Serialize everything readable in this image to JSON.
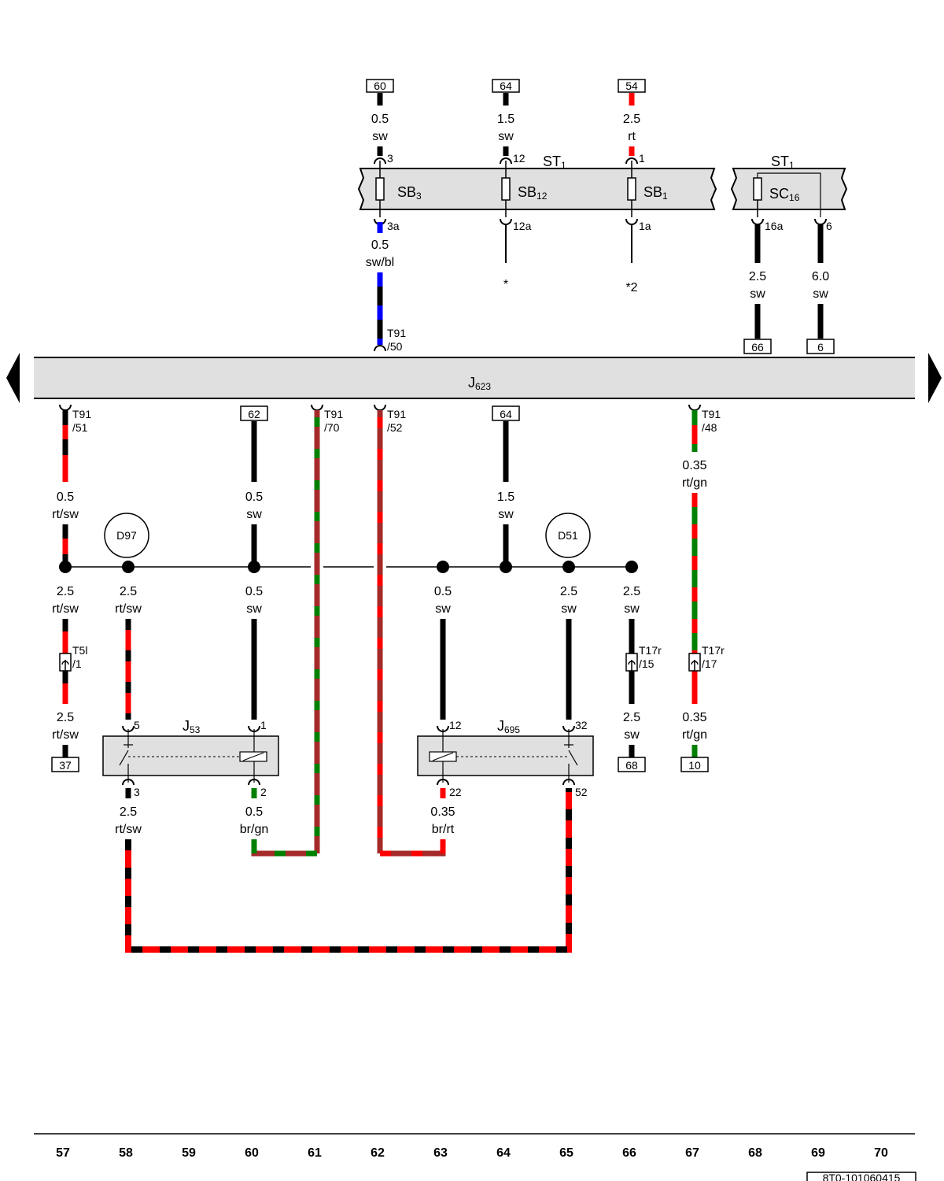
{
  "colors": {
    "sw": "#000000",
    "rt": "#ff0000",
    "bl": "#0000ff",
    "gn": "#008000",
    "br": "#a52a2a",
    "component_fill": "#e0e0e0"
  },
  "fuse_box_left": {
    "name": "ST",
    "name_sub": "1",
    "fuses": [
      {
        "name": "SB",
        "sub": "3",
        "pin_in": "3",
        "pin_out": "3a"
      },
      {
        "name": "SB",
        "sub": "12",
        "pin_in": "12",
        "pin_out": "12a"
      },
      {
        "name": "SB",
        "sub": "1",
        "pin_in": "1",
        "pin_out": "1a"
      }
    ]
  },
  "fuse_box_right": {
    "name": "ST",
    "name_sub": "1",
    "fuse": {
      "name": "SC",
      "sub": "16",
      "pin_out": "16a",
      "pin_other": "6"
    }
  },
  "top_refs": [
    "60",
    "64",
    "54"
  ],
  "top_wires": [
    {
      "size": "0.5",
      "color": "sw"
    },
    {
      "size": "1.5",
      "color": "sw"
    },
    {
      "size": "2.5",
      "color": "rt"
    }
  ],
  "below_fuse_wires": [
    {
      "size": "0.5",
      "color": "sw/bl"
    },
    {
      "size": "2.5",
      "color": "sw"
    },
    {
      "size": "6.0",
      "color": "sw"
    }
  ],
  "notes": [
    "*",
    "*2"
  ],
  "right_refs": [
    "66",
    "6"
  ],
  "ecu": {
    "name": "J",
    "name_sub": "623",
    "top_pin": {
      "conn": "T91",
      "pin": "/50"
    },
    "bottom_pins": [
      {
        "conn": "T91",
        "pin": "/51"
      },
      {
        "conn": "T91",
        "pin": "/70"
      },
      {
        "conn": "T91",
        "pin": "/52"
      },
      {
        "conn": "T91",
        "pin": "/48"
      }
    ]
  },
  "ecu_bottom_refs": [
    "62",
    "64"
  ],
  "upper_wires": [
    {
      "size": "0.5",
      "color": "rt/sw"
    },
    {
      "size": "0.5",
      "color": "sw"
    },
    {
      "size": "1.5",
      "color": "sw"
    },
    {
      "size": "0.35",
      "color": "rt/gn"
    }
  ],
  "junctions": [
    "D97",
    "D51"
  ],
  "mid_wires": [
    {
      "size": "2.5",
      "color": "rt/sw"
    },
    {
      "size": "2.5",
      "color": "rt/sw"
    },
    {
      "size": "0.5",
      "color": "sw"
    },
    {
      "size": "0.5",
      "color": "sw"
    },
    {
      "size": "2.5",
      "color": "sw"
    },
    {
      "size": "2.5",
      "color": "sw"
    }
  ],
  "connectors": [
    {
      "conn": "T5l",
      "pin": "/1"
    },
    {
      "conn": "T17r",
      "pin": "/15"
    },
    {
      "conn": "T17r",
      "pin": "/17"
    }
  ],
  "lower_wires": [
    {
      "size": "2.5",
      "color": "rt/sw"
    },
    {
      "size": "2.5",
      "color": "sw"
    },
    {
      "size": "0.35",
      "color": "rt/gn"
    }
  ],
  "lower_refs": [
    "37",
    "68",
    "10"
  ],
  "relay_j53": {
    "name": "J",
    "name_sub": "53",
    "pins": [
      "5",
      "1",
      "3",
      "2"
    ]
  },
  "relay_j695": {
    "name": "J",
    "name_sub": "695",
    "pins": [
      "12",
      "32",
      "22",
      "52"
    ]
  },
  "relay_out_wires": [
    {
      "size": "2.5",
      "color": "rt/sw"
    },
    {
      "size": "0.5",
      "color": "br/gn"
    },
    {
      "size": "0.35",
      "color": "br/rt"
    }
  ],
  "columns": [
    "57",
    "58",
    "59",
    "60",
    "61",
    "62",
    "63",
    "64",
    "65",
    "66",
    "67",
    "68",
    "69",
    "70"
  ],
  "doc_id": "8T0-101060415"
}
